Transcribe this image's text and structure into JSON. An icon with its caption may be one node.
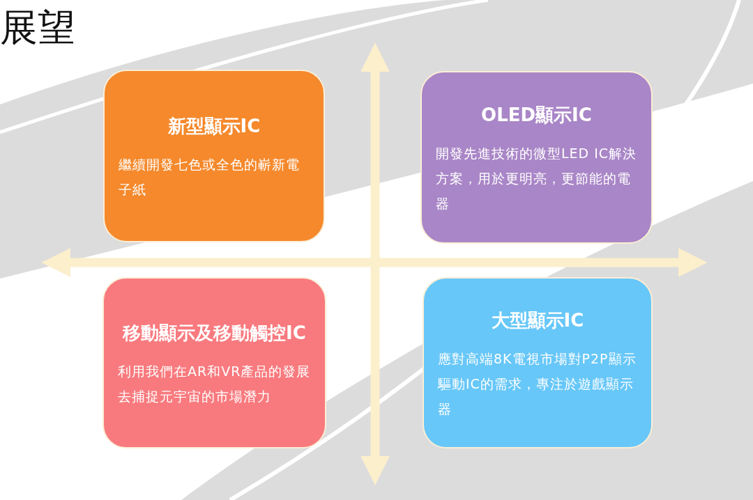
{
  "diagram": {
    "title": "展望",
    "nodes": [
      {
        "text": [
          "新型顯示IC",
          "繼續開發七色或全色的嶄新電子紙"
        ]
      },
      {
        "text": [
          "OLED顯示IC",
          "開發先進技術的微型LED IC解決方案，用於更明亮，更節能的電器"
        ]
      },
      {
        "text": [
          "移動顯示及移動觸控IC",
          "利用我們在AR和VR產品的發展去捕捉元宇宙的市場潛力"
        ]
      },
      {
        "text": [
          "大型顯示IC",
          "應對高端8K電視市場對P2P顯示驅動IC的需求，專注於遊戲顯示器"
        ]
      }
    ],
    "edges": []
  }
}
